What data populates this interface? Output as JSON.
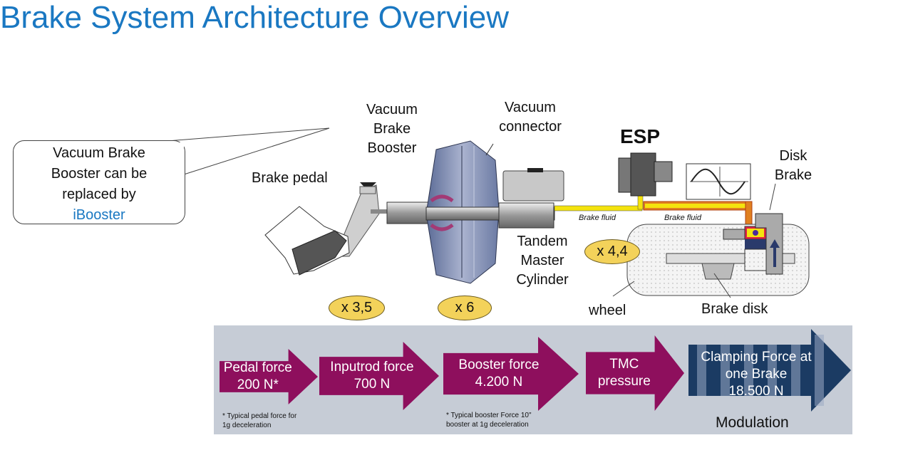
{
  "title": "Brake System Architecture Overview",
  "callout": {
    "line1": "Vacuum Brake",
    "line2": "Booster can be",
    "line3": "replaced by",
    "highlight": "iBooster"
  },
  "labels": {
    "vacuum_brake_booster": [
      "Vacuum",
      "Brake",
      "Booster"
    ],
    "vacuum_connector": [
      "Vacuum",
      "connector"
    ],
    "esp": "ESP",
    "disk_brake": [
      "Disk",
      "Brake"
    ],
    "brake_pedal": "Brake pedal",
    "tandem_master_cylinder": [
      "Tandem",
      "Master",
      "Cylinder"
    ],
    "brake_fluid_1": "Brake fluid",
    "brake_fluid_2": "Brake fluid",
    "wheel": "wheel",
    "brake_disk": "Brake disk"
  },
  "multipliers": {
    "m1": "x 3,5",
    "m2": "x 6",
    "m3": "x 4,4"
  },
  "flow": {
    "pedal_force": [
      "Pedal force",
      "200 N*"
    ],
    "inputrod_force": [
      "Inputrod force",
      "700 N"
    ],
    "booster_force": [
      "Booster force",
      "4.200 N"
    ],
    "tmc_pressure": [
      "TMC",
      "pressure"
    ],
    "clamping_force": [
      "Clamping Force at",
      "one Brake",
      "18.500 N"
    ],
    "modulation": "Modulation",
    "footnote1": [
      "* Typical pedal force for",
      "1g deceleration"
    ],
    "footnote2": [
      "* Typical booster Force 10\"",
      "booster at 1g deceleration"
    ]
  },
  "colors": {
    "title": "#1a78c2",
    "flow_arrow": "#8e0f5d",
    "final_arrow": "#1b3b63",
    "panel": "#c6ccd6",
    "multiplier": "#f3d25a",
    "brake_fluid_line": "#f4e30e"
  }
}
